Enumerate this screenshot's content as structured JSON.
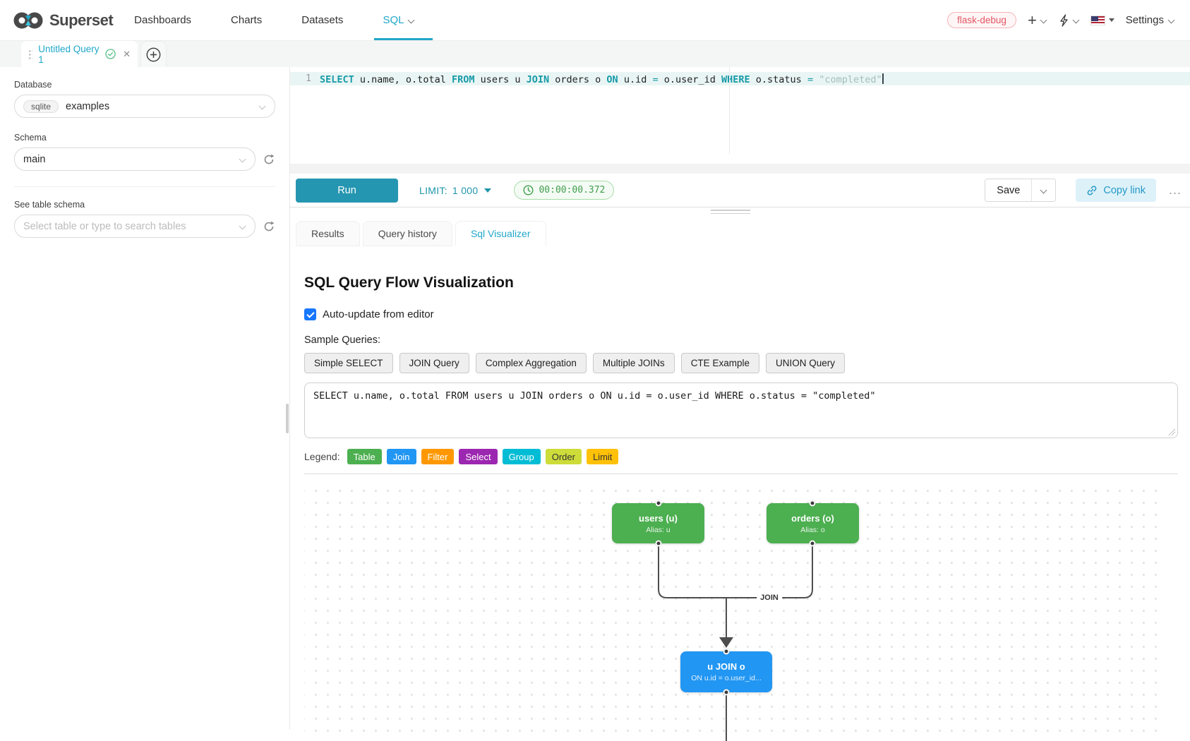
{
  "nav": {
    "brand": "Superset",
    "items": [
      {
        "label": "Dashboards"
      },
      {
        "label": "Charts"
      },
      {
        "label": "Datasets"
      },
      {
        "label": "SQL",
        "active": true
      }
    ],
    "env_badge": "flask-debug",
    "settings_label": "Settings"
  },
  "query_tabs": {
    "active_tab": "Untitled Query 1"
  },
  "sidebar": {
    "database_label": "Database",
    "database_engine": "sqlite",
    "database_name": "examples",
    "schema_label": "Schema",
    "schema_value": "main",
    "table_label": "See table schema",
    "table_placeholder": "Select table or type to search tables"
  },
  "editor": {
    "line_number": "1",
    "tokens": [
      {
        "t": "SELECT",
        "c": "kw"
      },
      {
        "t": " u.name, o.total ",
        "c": "pl"
      },
      {
        "t": "FROM",
        "c": "kw"
      },
      {
        "t": " users u ",
        "c": "pl"
      },
      {
        "t": "JOIN",
        "c": "kw"
      },
      {
        "t": " orders o ",
        "c": "pl"
      },
      {
        "t": "ON",
        "c": "kw"
      },
      {
        "t": " u.id ",
        "c": "pl"
      },
      {
        "t": "=",
        "c": "op"
      },
      {
        "t": " o.user_id ",
        "c": "pl"
      },
      {
        "t": "WHERE",
        "c": "kw"
      },
      {
        "t": " o.status ",
        "c": "pl"
      },
      {
        "t": "=",
        "c": "op"
      },
      {
        "t": " ",
        "c": "pl"
      },
      {
        "t": "\"completed\"",
        "c": "str"
      }
    ]
  },
  "toolbar": {
    "run_label": "Run",
    "limit_label": "LIMIT:",
    "limit_value": "1 000",
    "timer": "00:00:00.372",
    "save_label": "Save",
    "copy_link_label": "Copy link",
    "more_label": "..."
  },
  "south_tabs": [
    {
      "label": "Results"
    },
    {
      "label": "Query history"
    },
    {
      "label": "Sql Visualizer",
      "active": true
    }
  ],
  "visualizer": {
    "title": "SQL Query Flow Visualization",
    "auto_update_label": "Auto-update from editor",
    "auto_update_checked": true,
    "sample_queries_label": "Sample Queries:",
    "sample_buttons": [
      "Simple SELECT",
      "JOIN Query",
      "Complex Aggregation",
      "Multiple JOINs",
      "CTE Example",
      "UNION Query"
    ],
    "sql_text": "SELECT u.name, o.total FROM users u JOIN orders o ON u.id = o.user_id WHERE o.status = \"completed\"",
    "legend_label": "Legend:",
    "legend": [
      {
        "label": "Table",
        "color": "#4CAF50",
        "text": "#ffffff"
      },
      {
        "label": "Join",
        "color": "#2196F3",
        "text": "#ffffff"
      },
      {
        "label": "Filter",
        "color": "#FF9800",
        "text": "#ffffff"
      },
      {
        "label": "Select",
        "color": "#9C27B0",
        "text": "#ffffff"
      },
      {
        "label": "Group",
        "color": "#00BCD4",
        "text": "#ffffff"
      },
      {
        "label": "Order",
        "color": "#CDDC39",
        "text": "#333333"
      },
      {
        "label": "Limit",
        "color": "#FFC107",
        "text": "#333333"
      }
    ],
    "diagram": {
      "edge_label": "JOIN",
      "nodes": [
        {
          "id": "users",
          "title": "users (u)",
          "subtitle": "Alias: u",
          "color": "#4CAF50"
        },
        {
          "id": "orders",
          "title": "orders (o)",
          "subtitle": "Alias: o",
          "color": "#4CAF50"
        },
        {
          "id": "join",
          "title": "u JOIN o",
          "subtitle": "ON u.id = o.user_id...",
          "color": "#2196F3"
        }
      ]
    }
  }
}
